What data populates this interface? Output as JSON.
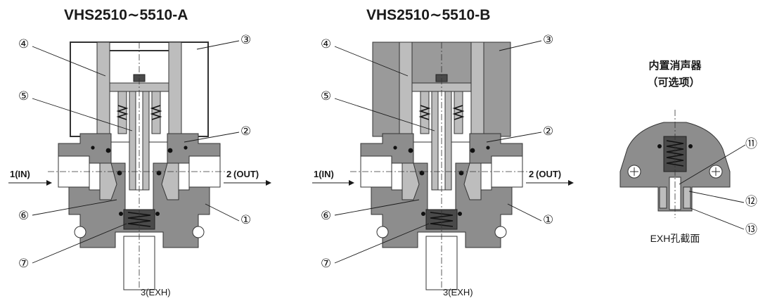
{
  "diagrams": [
    {
      "title": "VHS2510∼5510-A",
      "inlet_label": "1(IN)",
      "outlet_label_num": "2",
      "outlet_label_word": "(OUT)",
      "exhaust_label": "3(EXH)"
    },
    {
      "title": "VHS2510∼5510-B",
      "inlet_label": "1(IN)",
      "outlet_label_num": "2",
      "outlet_label_word": "(OUT)",
      "exhaust_label": "3(EXH)"
    }
  ],
  "callouts": {
    "c1": "①",
    "c2": "②",
    "c3": "③",
    "c4": "④",
    "c5": "⑤",
    "c6": "⑥",
    "c7": "⑦",
    "c11": "⑪",
    "c12": "⑫",
    "c13": "⑬"
  },
  "silencer": {
    "caption_line1": "内置消声器",
    "caption_line2": "（可选项）",
    "section_label": "EXH孔截面"
  },
  "colors": {
    "body": "#8d8d8d",
    "part": "#bdbdbd",
    "line": "#333333"
  }
}
